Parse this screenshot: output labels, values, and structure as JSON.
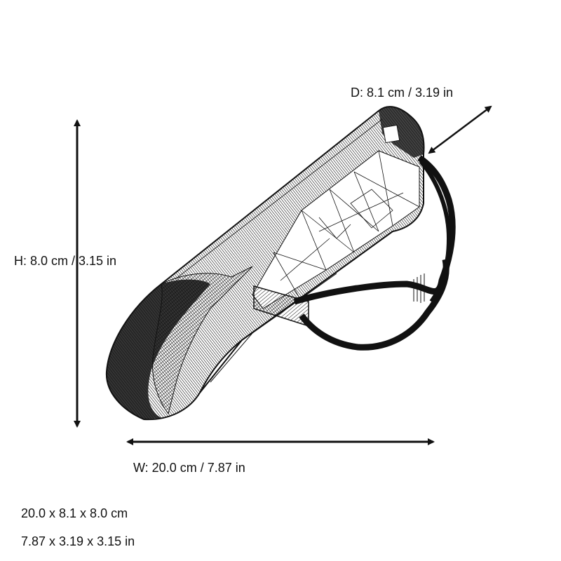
{
  "dimensions": {
    "depth": {
      "label": "D: 8.1 cm / 3.19 in",
      "cm": 8.1,
      "in": 3.19
    },
    "height": {
      "label": "H: 8.0 cm / 3.15 in",
      "cm": 8.0,
      "in": 3.15
    },
    "width": {
      "label": "W: 20.0 cm / 7.87 in",
      "cm": 20.0,
      "in": 7.87
    }
  },
  "summary": {
    "metric": "20.0 x 8.1 x 8.0 cm",
    "imperial": "7.87 x 3.19 x 3.15 in"
  },
  "object": {
    "icon": "wireframe-glasses-case-with-strap-icon"
  },
  "colors": {
    "line": "#111111",
    "background": "#ffffff"
  }
}
